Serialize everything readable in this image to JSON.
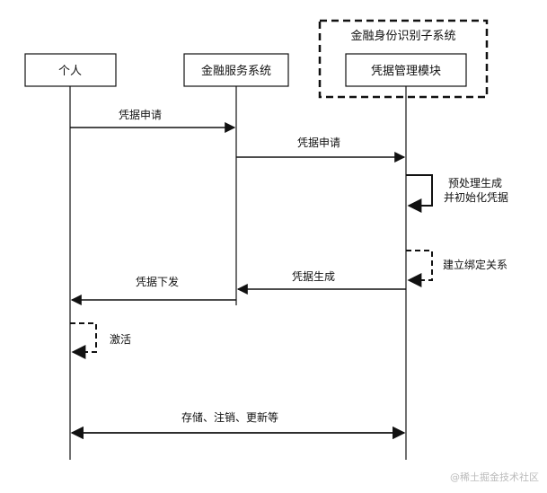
{
  "diagram": {
    "group_label": "金融身份识别子系统",
    "participants": {
      "person": "个人",
      "service": "金融服务系统",
      "module": "凭据管理模块"
    },
    "messages": {
      "m1": "凭据申请",
      "m2": "凭据申请",
      "m3_line1": "预处理生成",
      "m3_line2": "并初始化凭据",
      "m4": "建立绑定关系",
      "m5": "凭据生成",
      "m6": "凭据下发",
      "m7": "激活",
      "m8": "存储、注销、更新等"
    },
    "watermark": "@稀土掘金技术社区"
  }
}
